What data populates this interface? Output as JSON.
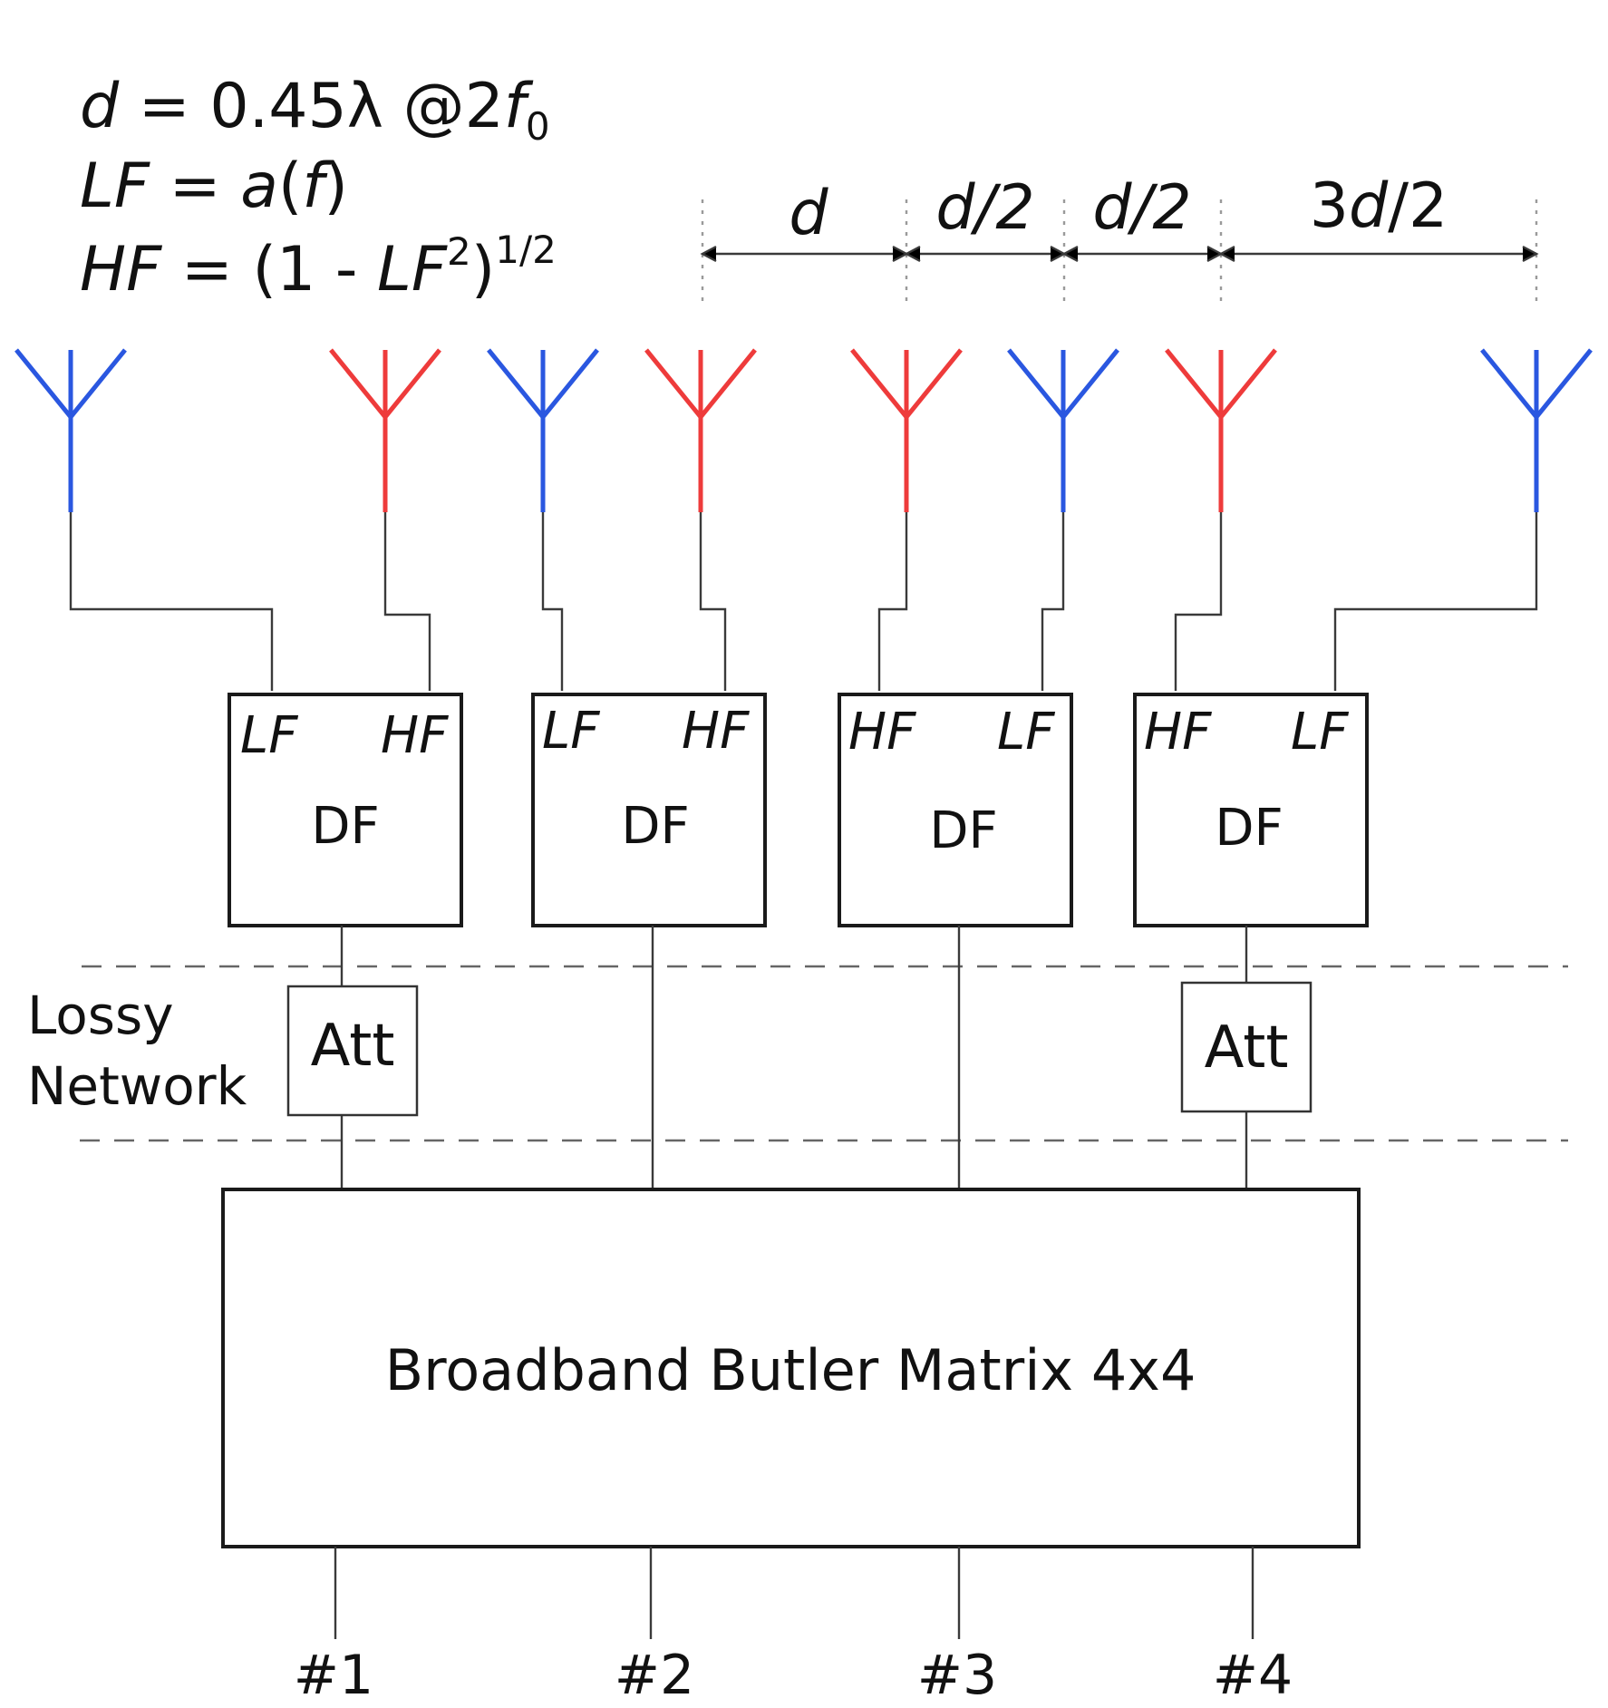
{
  "formulas": {
    "line1": {
      "lhs": "d",
      "eq": " = 0.45λ @2",
      "f": "f",
      "sub": "0"
    },
    "line2": {
      "lhs": "LF",
      "eq": " = ",
      "a": "a",
      "paren_open": "(",
      "f": "f",
      "paren_close": ")"
    },
    "line3": {
      "lhs": "HF",
      "eq": " = (1 - ",
      "lf": "LF",
      "sup2": "2",
      "close": ")",
      "sup_half": "1/2"
    }
  },
  "spacing_labels": [
    "d",
    "d/2",
    "d/2",
    "3d/2"
  ],
  "antennas": [
    {
      "color": "#2a57e0"
    },
    {
      "color": "#ee3b3b"
    },
    {
      "color": "#2a57e0"
    },
    {
      "color": "#ee3b3b"
    },
    {
      "color": "#ee3b3b"
    },
    {
      "color": "#2a57e0"
    },
    {
      "color": "#ee3b3b"
    },
    {
      "color": "#2a57e0"
    }
  ],
  "diplexers": [
    {
      "left_port": "LF",
      "right_port": "HF",
      "label": "DF"
    },
    {
      "left_port": "LF",
      "right_port": "HF",
      "label": "DF"
    },
    {
      "left_port": "HF",
      "right_port": "LF",
      "label": "DF"
    },
    {
      "left_port": "HF",
      "right_port": "LF",
      "label": "DF"
    }
  ],
  "lossy_network": {
    "line1": "Lossy",
    "line2": "Network"
  },
  "attenuators": [
    "Att",
    "Att"
  ],
  "butler_matrix": {
    "label": "Broadband Butler Matrix 4x4"
  },
  "ports": [
    "#1",
    "#2",
    "#3",
    "#4"
  ]
}
